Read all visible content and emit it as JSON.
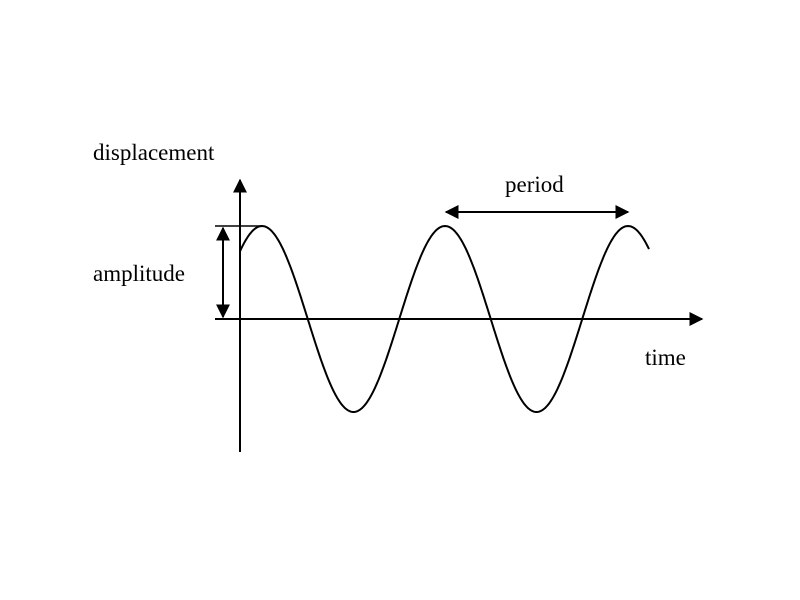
{
  "labels": {
    "y_axis": "displacement",
    "x_axis": "time",
    "amplitude": "amplitude",
    "period": "period"
  },
  "colors": {
    "line": "#000000",
    "background": "#ffffff"
  }
}
